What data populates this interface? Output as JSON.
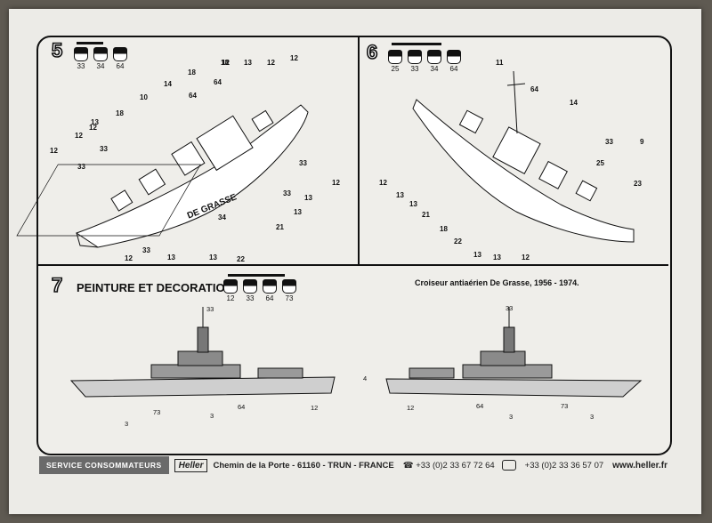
{
  "steps": {
    "step5": {
      "number": "5",
      "paints": [
        "33",
        "34",
        "64"
      ],
      "brush_num": "1"
    },
    "step6": {
      "number": "6",
      "paints": [
        "25",
        "33",
        "34",
        "64"
      ],
      "brush_num": "1"
    },
    "step7": {
      "number": "7",
      "title": "PEINTURE ET DECORATION",
      "paints": [
        "12",
        "33",
        "64",
        "73"
      ]
    }
  },
  "ship_name": "DE GRASSE",
  "subtitle": "Croiseur antiaérien De Grasse, 1956 - 1974.",
  "callouts5": [
    "12",
    "12",
    "12",
    "12",
    "12",
    "12",
    "12",
    "12",
    "13",
    "13",
    "13",
    "13",
    "13",
    "13",
    "14",
    "18",
    "18",
    "18",
    "10",
    "21",
    "22",
    "33",
    "33",
    "33",
    "33",
    "33",
    "64",
    "64",
    "34"
  ],
  "callouts6": [
    "11",
    "14",
    "9",
    "23",
    "25",
    "12",
    "12",
    "13",
    "13",
    "13",
    "13",
    "21",
    "18",
    "22",
    "33",
    "64"
  ],
  "callouts7": [
    "33",
    "73",
    "64",
    "3",
    "3",
    "12",
    "33",
    "12",
    "64",
    "3",
    "73",
    "3",
    "4"
  ],
  "footer": {
    "service": "SERVICE CONSOMMATEURS",
    "logo": "Heller",
    "address": "Chemin de la Porte - 61160 - TRUN - FRANCE",
    "tel": "+33 (0)2 33 67 72 64",
    "fax": "+33 (0)2 33 36 57 07",
    "web": "www.heller.fr"
  }
}
